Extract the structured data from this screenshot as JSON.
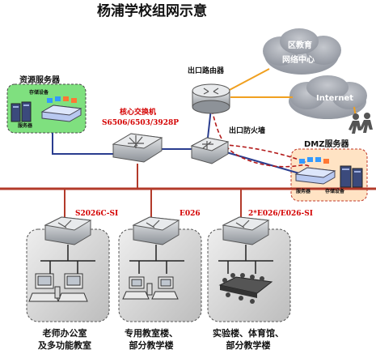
{
  "title": "杨浦学校组网示意",
  "resource_servers": {
    "label": "资源服务器",
    "storage": "存储设备",
    "server": "服务器"
  },
  "core_switch": {
    "line1": "核心交换机",
    "line2": "S6506/6503/3928P"
  },
  "router": {
    "label": "出口路由器"
  },
  "firewall": {
    "label": "出口防火墙"
  },
  "cloud_edu": {
    "line1": "区教育",
    "line2": "网络中心"
  },
  "cloud_internet": {
    "label": "Internet"
  },
  "dmz": {
    "label": "DMZ服务器",
    "server": "服务器",
    "storage": "存储设备"
  },
  "access_switches": [
    {
      "model": "S2026C-SI",
      "area": "老师办公室\n及多功能教室"
    },
    {
      "model": "E026",
      "area": "专用教室楼、\n部分教学楼"
    },
    {
      "model": "2*E026/E026-SI",
      "area": "实验楼、体育馆、\n部分教学楼"
    }
  ],
  "colors": {
    "backbone": "#b33a2a",
    "link_blue": "#2a3d8f",
    "link_orange": "#f0a020",
    "link_dashed": "#b31a1a",
    "server_zone": "#7fe07f",
    "dmz_zone": "#ffe3c4",
    "cloud": "#9fa4ae",
    "device": "#b4b8be"
  }
}
